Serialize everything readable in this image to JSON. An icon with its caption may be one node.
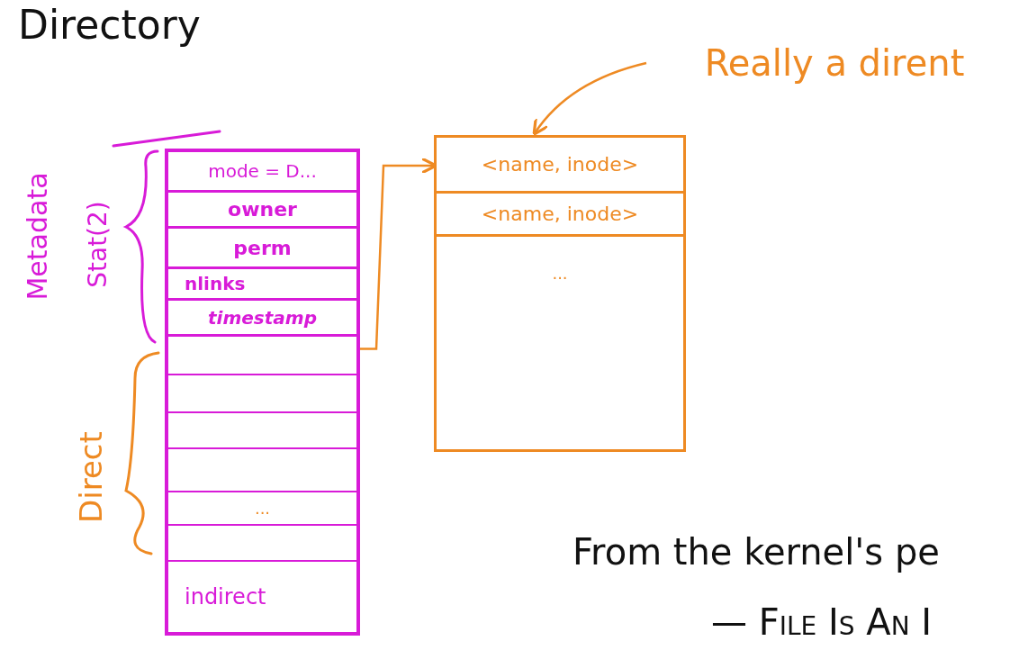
{
  "diagram": {
    "title": "Directory",
    "nodes": [
      {
        "text": [],
        "shape": "box"
      },
      {
        "text": [
          "mode = D..."
        ],
        "in": 0
      },
      {
        "text": [
          "owner"
        ],
        "in": 0
      },
      {
        "text": [
          "perm"
        ],
        "in": 0
      },
      {
        "text": [
          "nlinks"
        ],
        "in": 0
      },
      {
        "text": [
          "timestamp"
        ],
        "in": 0
      },
      {
        "text": [],
        "shape": "box",
        "in": 0
      },
      {
        "text": [],
        "shape": "box",
        "in": 0
      },
      {
        "text": [],
        "shape": "box",
        "in": 0
      },
      {
        "text": [],
        "shape": "box",
        "in": 0
      },
      {
        "text": [
          "..."
        ],
        "in": 0
      },
      {
        "text": [],
        "shape": "box",
        "in": 0
      },
      {
        "text": [
          "indirect"
        ],
        "in": 0
      },
      {
        "text": [],
        "shape": "box"
      },
      {
        "text": [
          "<name, inode>"
        ],
        "in": 13
      },
      {
        "text": [
          "<name, inode>"
        ],
        "in": 13
      },
      {
        "text": [
          "..."
        ],
        "in": 13
      },
      {
        "text": [
          "Really a dirent"
        ]
      }
    ],
    "edges": [
      {
        "from": 6,
        "to": 14,
        "arrow": "to",
        "color": "#ee8a23"
      },
      {
        "from": 17,
        "to": 13,
        "arrow": "to",
        "color": "#ee8a23"
      }
    ],
    "labels": [
      "Metadata",
      "Stat(2)",
      "Direct",
      "From the kernel's pe",
      "— File Is An I"
    ]
  }
}
